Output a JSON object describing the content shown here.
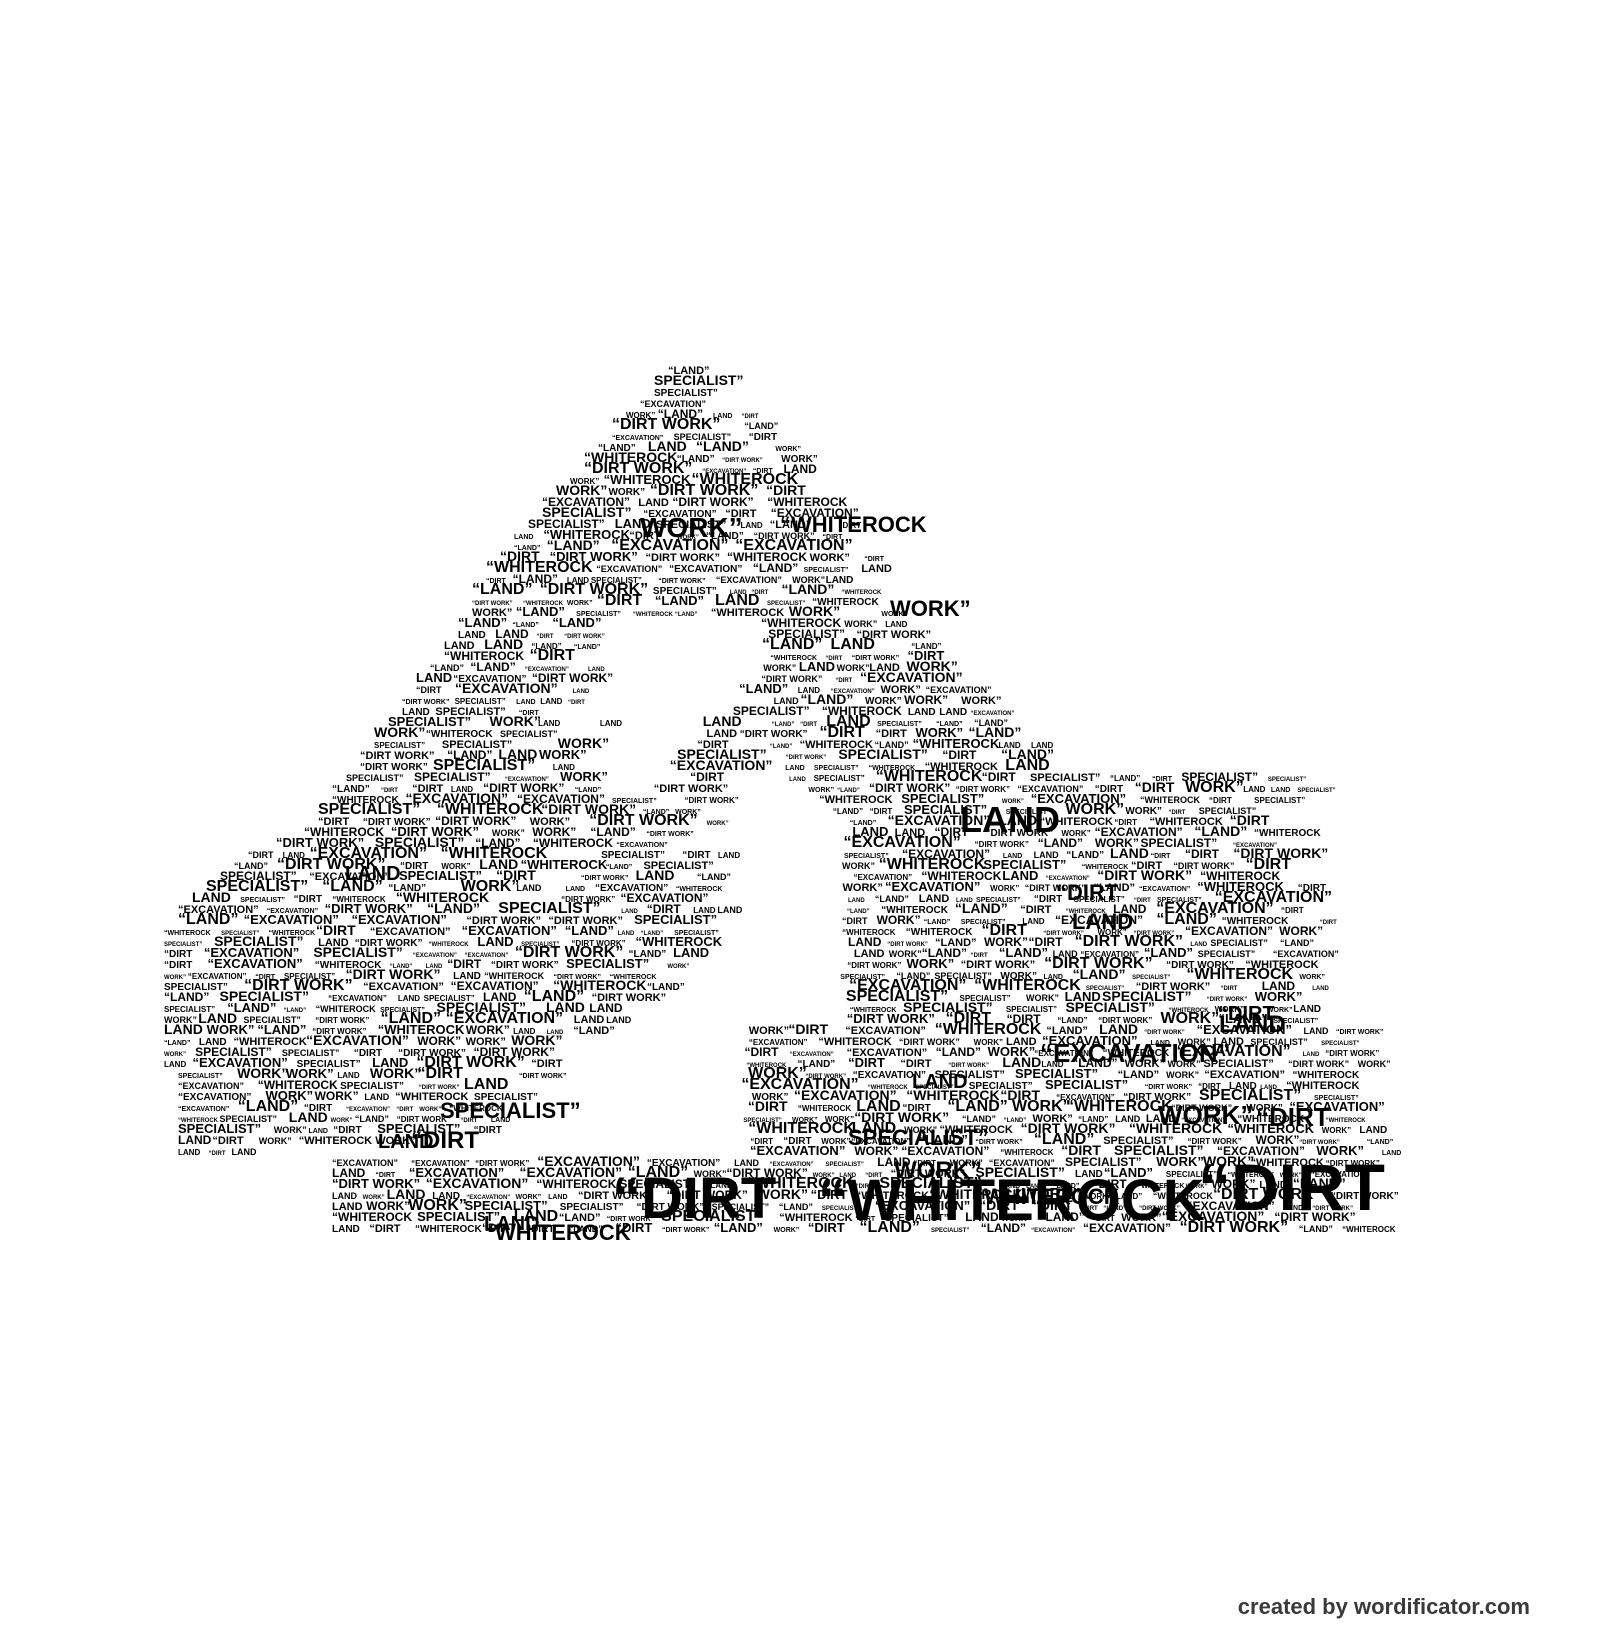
{
  "artwork": {
    "description_words": [
      "“DIRT",
      "“WHITEROCK",
      "LAND",
      "WORK”",
      "“LAND”",
      "SPECIALIST”",
      "“EXCAVATION”",
      "“DIRT WORK”"
    ],
    "ink_color": "#000000",
    "background_color": "#ffffff"
  },
  "credit": "created by wordificator.com"
}
